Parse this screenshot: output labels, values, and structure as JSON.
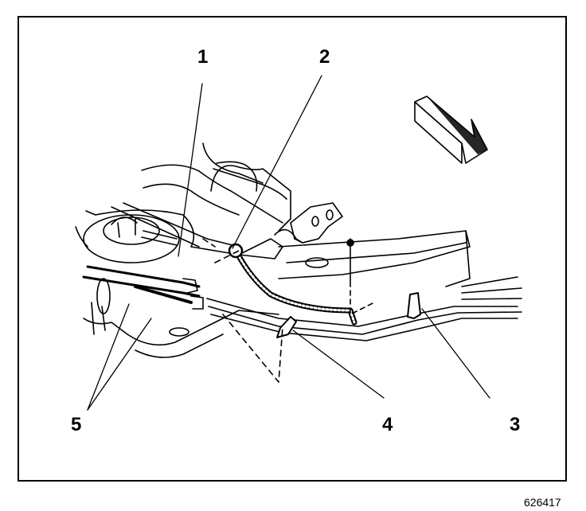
{
  "diagram": {
    "callouts": [
      "1",
      "2",
      "3",
      "4",
      "5"
    ],
    "figure_id": "626417",
    "icons": {
      "direction_arrow": "front-direction-arrow-icon"
    }
  }
}
